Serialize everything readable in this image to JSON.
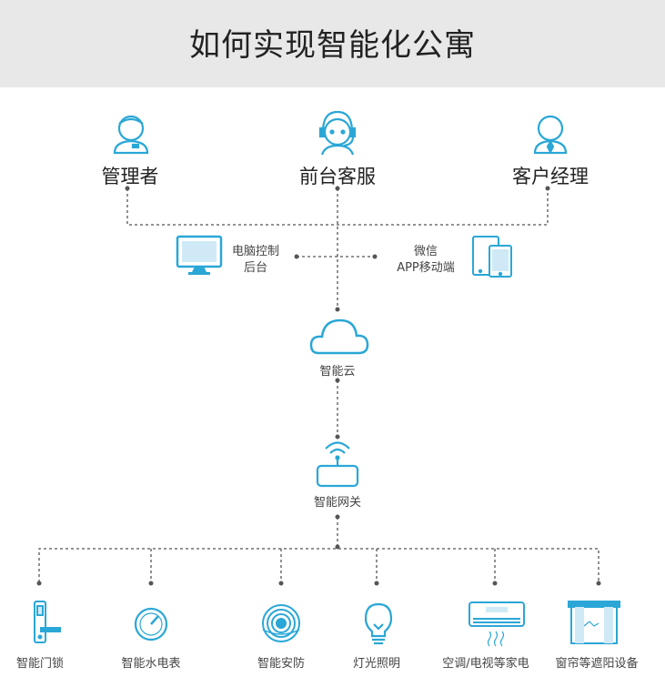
{
  "title": "如何实现智能化公寓",
  "roles": {
    "manager": "管理者",
    "frontdesk": "前台客服",
    "account_manager": "客户经理"
  },
  "pc_backend": {
    "line1": "电脑控制",
    "line2": "后台"
  },
  "wechat_app": {
    "line1": "微信",
    "line2": "APP移动端"
  },
  "cloud": "智能云",
  "gateway": "智能网关",
  "devices": {
    "lock": "智能门锁",
    "meter": "智能水电表",
    "security": "智能安防",
    "light": "灯光照明",
    "ac_tv": "空调/电视等家电",
    "curtain": "窗帘等遮阳设备"
  },
  "colors": {
    "accent": "#2aa7d6",
    "header_bg": "#e8e8e8",
    "line": "#555555"
  }
}
